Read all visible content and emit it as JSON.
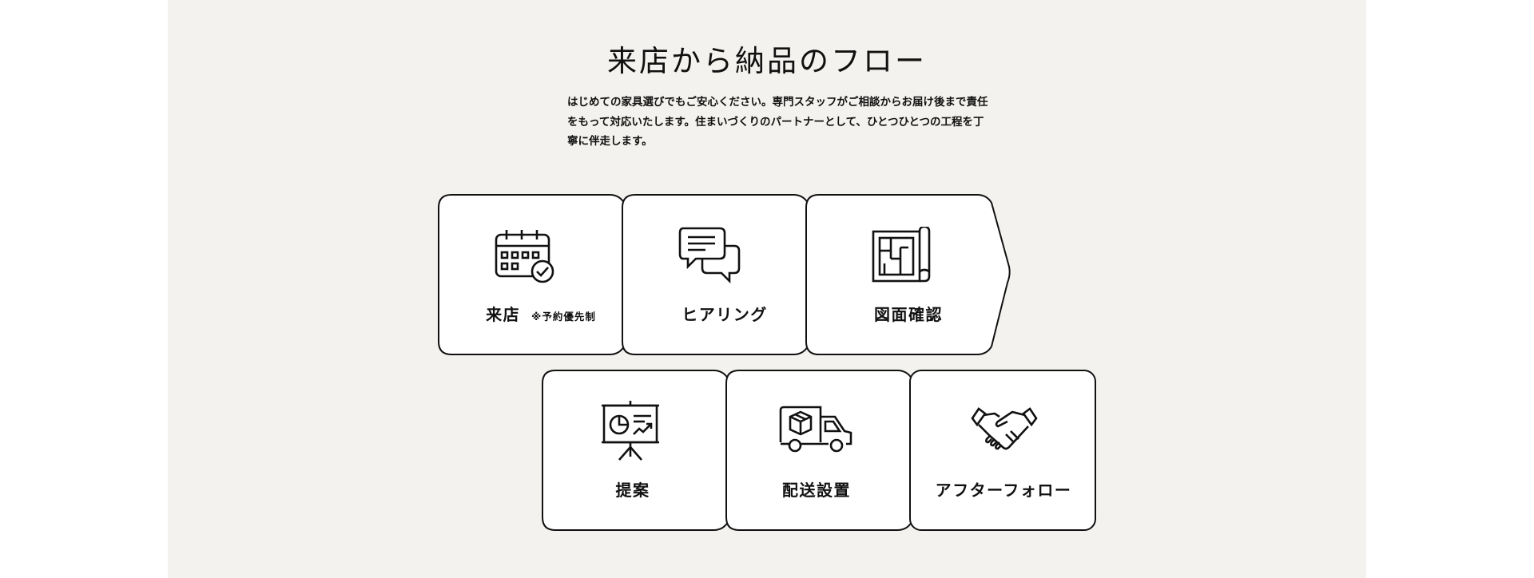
{
  "section": {
    "title": "来店から納品のフロー",
    "intro": "はじめての家具選びでもご安心ください。専門スタッフがご相談からお届け後まで責任をもって対応いたします。住まいづくりのパートナーとして、ひとつひとつの工程を丁寧に伴走します。"
  },
  "steps": [
    {
      "label": "来店",
      "note": "※予約優先制",
      "icon": "calendar-check-icon"
    },
    {
      "label": "ヒアリング",
      "icon": "chat-bubbles-icon"
    },
    {
      "label": "図面確認",
      "icon": "floor-plan-icon"
    },
    {
      "label": "提案",
      "icon": "presentation-board-icon"
    },
    {
      "label": "配送設置",
      "icon": "delivery-truck-icon"
    },
    {
      "label": "アフターフォロー",
      "icon": "handshake-icon"
    }
  ],
  "colors": {
    "panel": "#f4f2ee",
    "card": "#ffffff",
    "stroke": "#111111"
  }
}
